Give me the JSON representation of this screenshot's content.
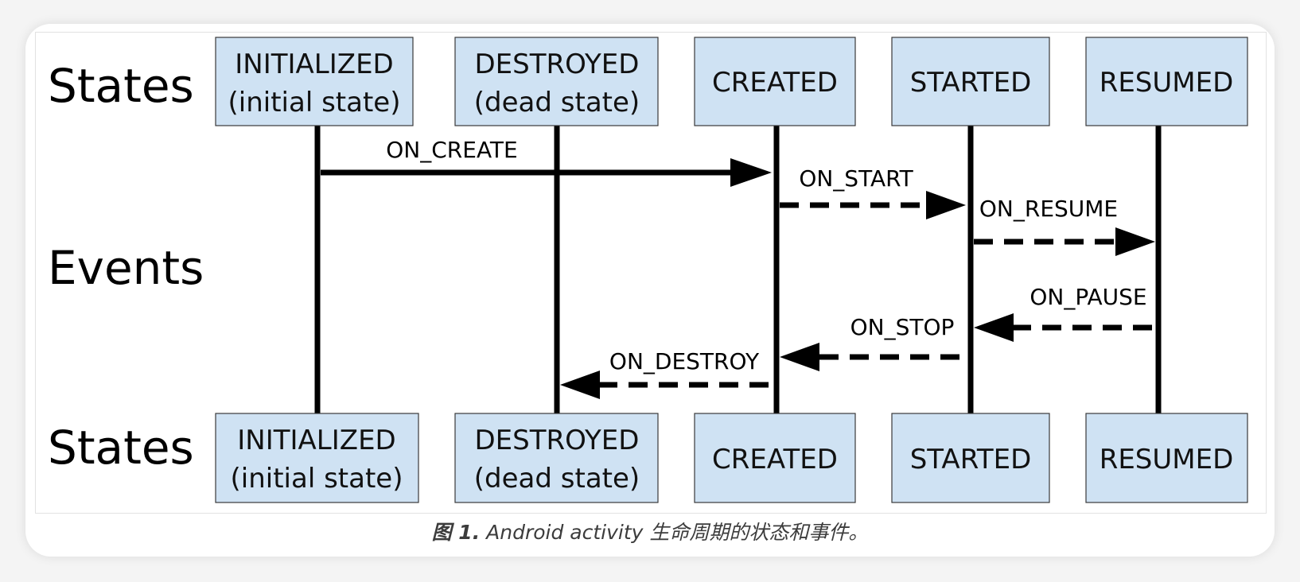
{
  "row_labels": {
    "states_top": "States",
    "events": "Events",
    "states_bottom": "States"
  },
  "states_top": [
    {
      "line1": "INITIALIZED",
      "line2": "(initial state)"
    },
    {
      "line1": "DESTROYED",
      "line2": "(dead state)"
    },
    {
      "line1": "CREATED",
      "line2": ""
    },
    {
      "line1": "STARTED",
      "line2": ""
    },
    {
      "line1": "RESUMED",
      "line2": ""
    }
  ],
  "states_bottom": [
    {
      "line1": "INITIALIZED",
      "line2": "(initial state)"
    },
    {
      "line1": "DESTROYED",
      "line2": "(dead state)"
    },
    {
      "line1": "CREATED",
      "line2": ""
    },
    {
      "line1": "STARTED",
      "line2": ""
    },
    {
      "line1": "RESUMED",
      "line2": ""
    }
  ],
  "events": [
    {
      "label": "ON_CREATE",
      "from": "INITIALIZED",
      "to": "CREATED",
      "style": "solid"
    },
    {
      "label": "ON_START",
      "from": "CREATED",
      "to": "STARTED",
      "style": "dashed"
    },
    {
      "label": "ON_RESUME",
      "from": "STARTED",
      "to": "RESUMED",
      "style": "dashed"
    },
    {
      "label": "ON_PAUSE",
      "from": "RESUMED",
      "to": "STARTED",
      "style": "dashed"
    },
    {
      "label": "ON_STOP",
      "from": "STARTED",
      "to": "CREATED",
      "style": "dashed"
    },
    {
      "label": "ON_DESTROY",
      "from": "CREATED",
      "to": "DESTROYED",
      "style": "dashed"
    }
  ],
  "caption": {
    "label": "图 1.",
    "text": " Android activity 生命周期的状态和事件。"
  },
  "colors": {
    "state_fill": "#cfe2f3",
    "state_stroke": "#3a3a3a",
    "line": "#000000"
  }
}
